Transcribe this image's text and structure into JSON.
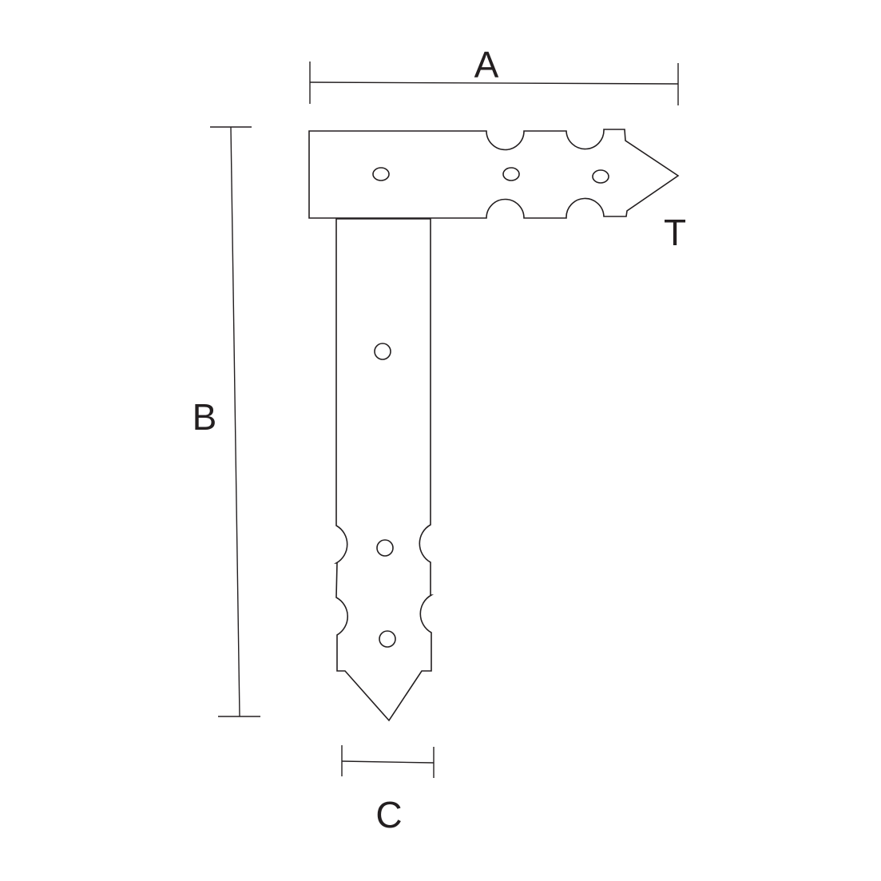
{
  "diagram": {
    "labels": {
      "width_label": "A",
      "length_label": "B",
      "strap_width_label": "C",
      "thickness_label": "T"
    },
    "colors": {
      "stroke": "#231f20",
      "background": "#ffffff"
    }
  }
}
